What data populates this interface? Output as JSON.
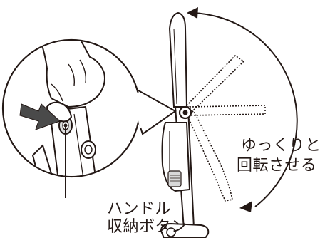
{
  "labels": {
    "handle_button_line1": "ハンドル",
    "handle_button_line2": "収納ボタン",
    "rotate_line1": "ゆっくりと",
    "rotate_line2": "回転させる"
  },
  "colors": {
    "stroke": "#231815",
    "arrow_fill": "#4a4a4a",
    "fill": "#ffffff"
  }
}
